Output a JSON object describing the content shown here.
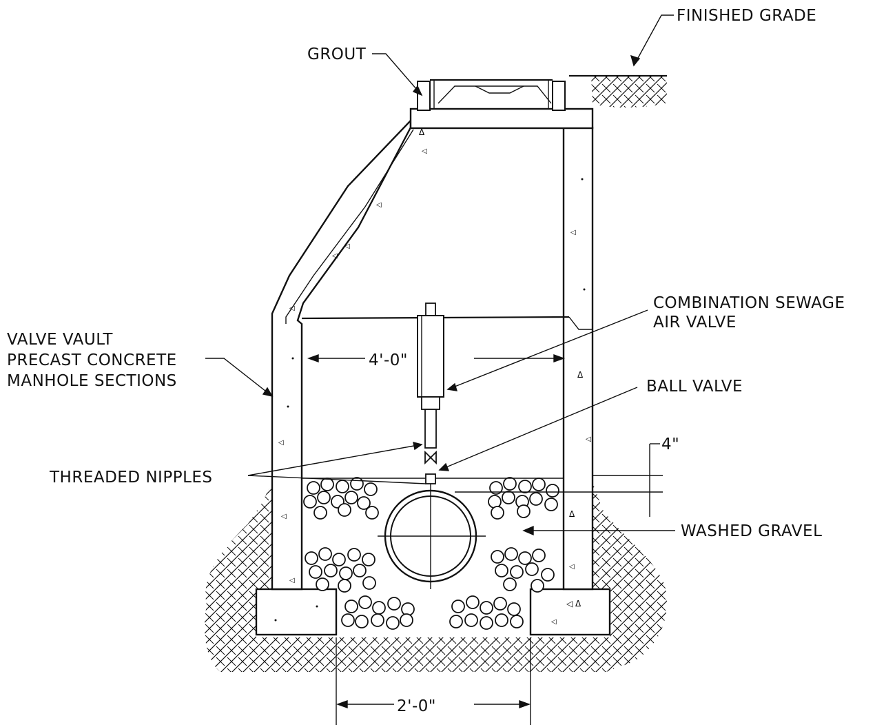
{
  "labels": {
    "finished_grade": "FINISHED GRADE",
    "grout": "GROUT",
    "combination_valve_line1": "COMBINATION SEWAGE",
    "combination_valve_line2": "AIR VALVE",
    "valve_vault_line1": "VALVE VAULT",
    "valve_vault_line2": "PRECAST CONCRETE",
    "valve_vault_line3": "MANHOLE SECTIONS",
    "ball_valve": "BALL VALVE",
    "threaded_nipples": "THREADED NIPPLES",
    "washed_gravel": "WASHED GRAVEL"
  },
  "dimensions": {
    "vault_width": "4'-0\"",
    "gravel_depth": "4\"",
    "footing_gap": "2'-0\""
  },
  "colors": {
    "ink": "#111111",
    "paper": "#ffffff"
  }
}
